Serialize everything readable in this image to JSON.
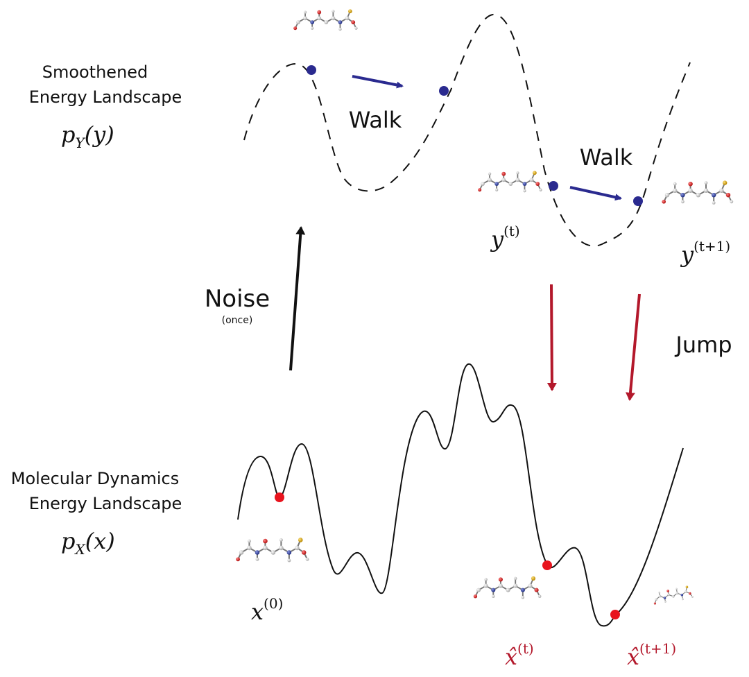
{
  "labels": {
    "top_landscape_line1": "Smoothened",
    "top_landscape_line2": "Energy Landscape",
    "top_landscape_math": "p",
    "top_landscape_math_sub": "Y",
    "top_landscape_math_arg": "(y)",
    "bottom_landscape_line1": "Molecular Dynamics",
    "bottom_landscape_line2": "Energy Landscape",
    "bottom_landscape_math": "p",
    "bottom_landscape_math_sub": "X",
    "bottom_landscape_math_arg": "(x)",
    "walk_1": "Walk",
    "walk_2": "Walk",
    "noise": "Noise",
    "noise_sub": "(once)",
    "jump": "Jump",
    "y_t_base": "y",
    "y_t_sup": "(t)",
    "y_t1_base": "y",
    "y_t1_sup": "(t+1)",
    "x0_base": "x",
    "x0_sup": "(0)",
    "xhat_t_base": "x̂",
    "xhat_t_sup": "(t)",
    "xhat_t1_base": "x̂",
    "xhat_t1_sup": "(t+1)"
  },
  "colors": {
    "walk_blue": "#2a2a8f",
    "jump_red": "#b3182b",
    "sample_red": "#e8141e",
    "curve": "#111111",
    "atom_white": "#e6e6e6",
    "atom_gray": "#9a9a9a",
    "atom_red": "#d31d1d",
    "atom_blue": "#2d3f9e",
    "atom_yellow": "#e5b01c"
  }
}
